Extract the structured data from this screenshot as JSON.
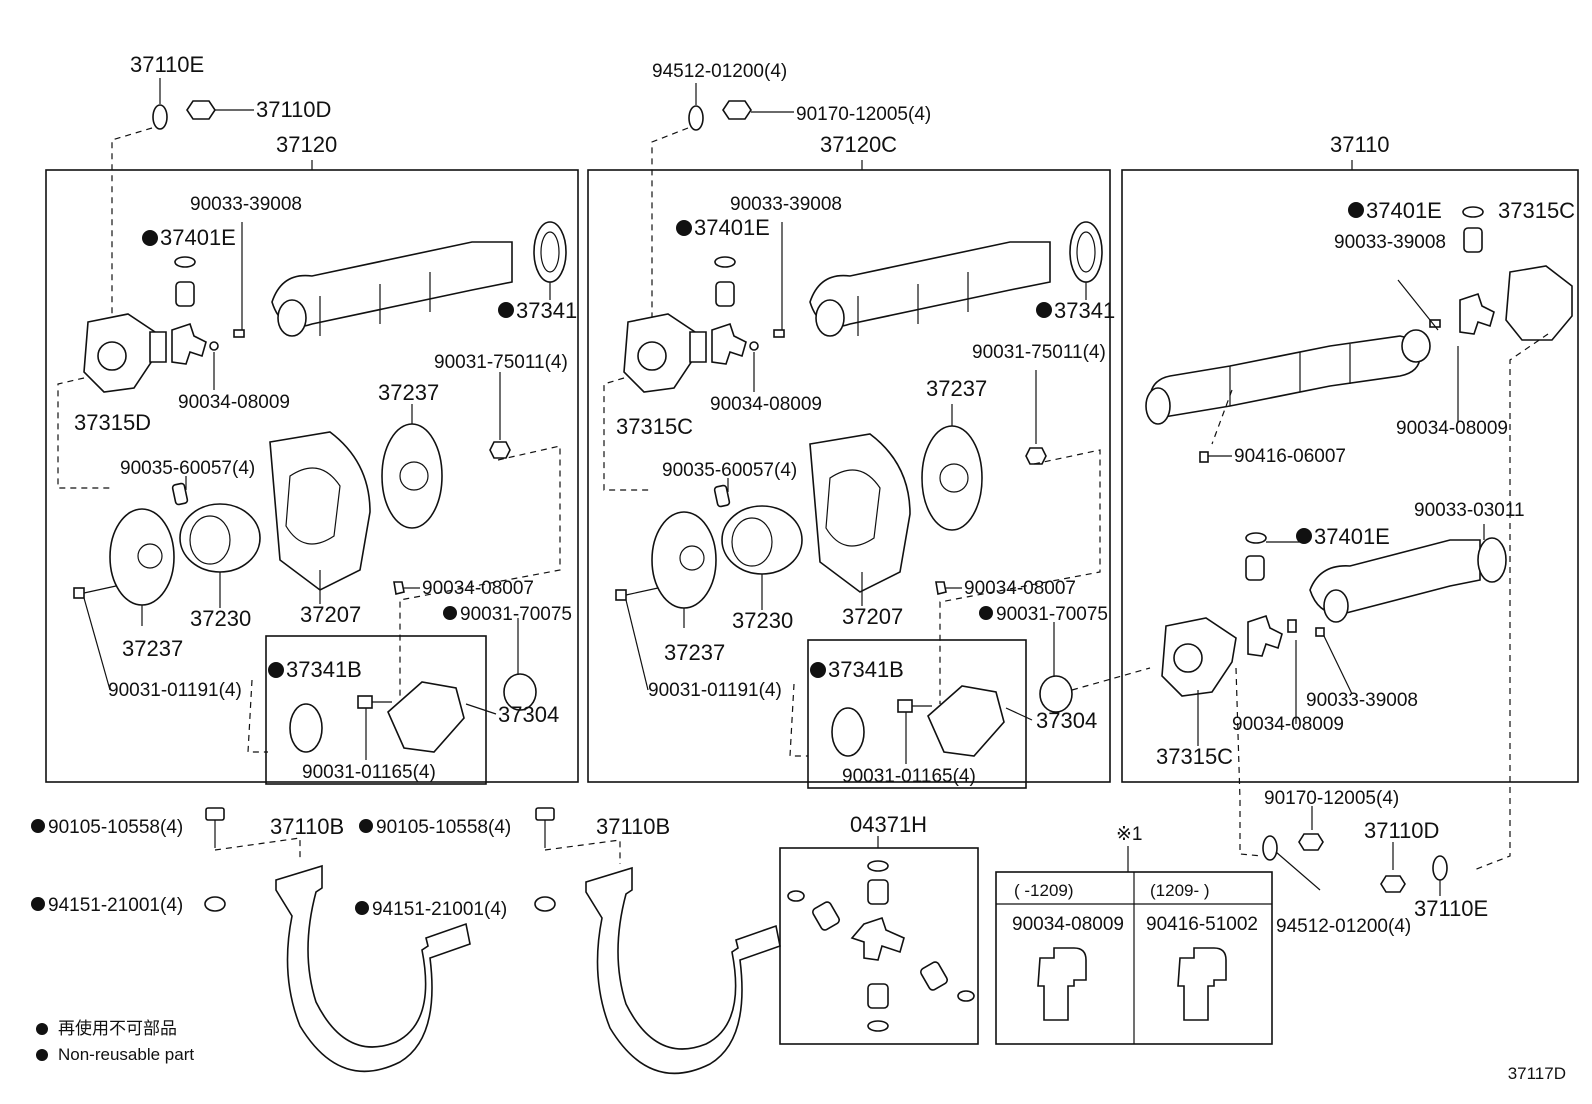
{
  "header": {
    "group_37120": "37120",
    "group_37120C": "37120C",
    "group_37110": "37110"
  },
  "labels": {
    "l_37110E_top": "37110E",
    "l_37110D_top": "37110D",
    "l_94512_top": "94512-01200(4)",
    "l_90170_top": "90170-12005(4)",
    "a_90033_39008": "90033-39008",
    "a_37401E": "37401E",
    "a_37341": "37341",
    "a_37315D": "37315D",
    "a_90034_08009": "90034-08009",
    "a_90031_75011": "90031-75011(4)",
    "a_37237_top": "37237",
    "a_90035_60057": "90035-60057(4)",
    "a_37230": "37230",
    "a_37207": "37207",
    "a_37237_bot": "37237",
    "a_90034_08007": "90034-08007",
    "a_90031_70075": "90031-70075",
    "a_37341B": "37341B",
    "a_90031_01191": "90031-01191(4)",
    "a_37304": "37304",
    "a_90031_01165": "90031-01165(4)",
    "b_90033_39008": "90033-39008",
    "b_37401E": "37401E",
    "b_37341": "37341",
    "b_37315C": "37315C",
    "b_90034_08009": "90034-08009",
    "b_90031_75011": "90031-75011(4)",
    "b_37237_top": "37237",
    "b_90035_60057": "90035-60057(4)",
    "b_37230": "37230",
    "b_37207": "37207",
    "b_37237_bot": "37237",
    "b_90034_08007": "90034-08007",
    "b_90031_70075": "90031-70075",
    "b_37341B": "37341B",
    "b_90031_01191": "90031-01191(4)",
    "b_37304": "37304",
    "b_90031_01165": "90031-01165(4)",
    "c_37401E_top": "37401E",
    "c_37315C_top": "37315C",
    "c_90033_39008_top": "90033-39008",
    "c_90034_08009_top": "90034-08009",
    "c_90416_06007": "90416-06007",
    "c_90033_03011": "90033-03011",
    "c_37401E_mid": "37401E",
    "c_90033_39008_mid": "90033-39008",
    "c_90034_08009_mid": "90034-08009",
    "c_37315C_mid": "37315C",
    "d_90105_a": "90105-10558(4)",
    "d_94151_a": "94151-21001(4)",
    "d_37110B_a": "37110B",
    "d_90105_b": "90105-10558(4)",
    "d_94151_b": "94151-21001(4)",
    "d_37110B_b": "37110B",
    "d_04371H": "04371H",
    "d_note_mark": "※1",
    "d_90170_bot": "90170-12005(4)",
    "d_37110D_bot": "37110D",
    "d_94512_bot": "94512-01200(4)",
    "d_37110E_bot": "37110E"
  },
  "table": {
    "col1_range": "(      -1209)",
    "col2_range": "(1209-      )",
    "col1_part": "90034-08009",
    "col2_part": "90416-51002"
  },
  "legend": {
    "line1": "再使用不可部品",
    "line2": "Non-reusable part"
  },
  "diagram_code": "37117D"
}
